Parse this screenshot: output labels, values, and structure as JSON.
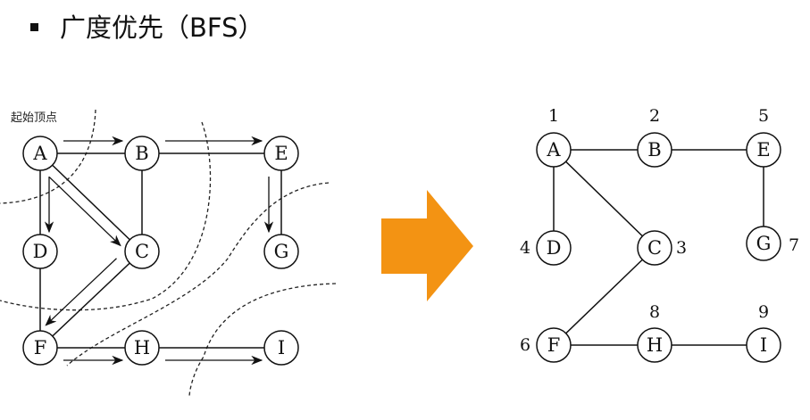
{
  "title": "广度优先（BFS）",
  "start_label": "起始顶点",
  "arrow_color": "#F39313",
  "left_graph": {
    "nodes": [
      "A",
      "B",
      "E",
      "D",
      "C",
      "G",
      "F",
      "H",
      "I"
    ],
    "edges": [
      [
        "A",
        "B"
      ],
      [
        "B",
        "E"
      ],
      [
        "A",
        "D"
      ],
      [
        "A",
        "C"
      ],
      [
        "B",
        "C"
      ],
      [
        "E",
        "G"
      ],
      [
        "D",
        "F"
      ],
      [
        "C",
        "F"
      ],
      [
        "F",
        "H"
      ],
      [
        "H",
        "I"
      ]
    ],
    "traversal_arrows": [
      [
        "A",
        "B"
      ],
      [
        "B",
        "E"
      ],
      [
        "A",
        "D"
      ],
      [
        "A",
        "C"
      ],
      [
        "E",
        "G"
      ],
      [
        "C",
        "F"
      ],
      [
        "F",
        "H"
      ],
      [
        "H",
        "I"
      ]
    ]
  },
  "right_graph": {
    "nodes": [
      {
        "id": "A",
        "order": "1"
      },
      {
        "id": "B",
        "order": "2"
      },
      {
        "id": "E",
        "order": "5"
      },
      {
        "id": "D",
        "order": "4"
      },
      {
        "id": "C",
        "order": "3"
      },
      {
        "id": "G",
        "order": "7"
      },
      {
        "id": "F",
        "order": "6"
      },
      {
        "id": "H",
        "order": "8"
      },
      {
        "id": "I",
        "order": "9"
      }
    ],
    "edges": [
      [
        "A",
        "B"
      ],
      [
        "B",
        "E"
      ],
      [
        "A",
        "D"
      ],
      [
        "A",
        "C"
      ],
      [
        "E",
        "G"
      ],
      [
        "C",
        "F"
      ],
      [
        "F",
        "H"
      ],
      [
        "H",
        "I"
      ]
    ]
  }
}
